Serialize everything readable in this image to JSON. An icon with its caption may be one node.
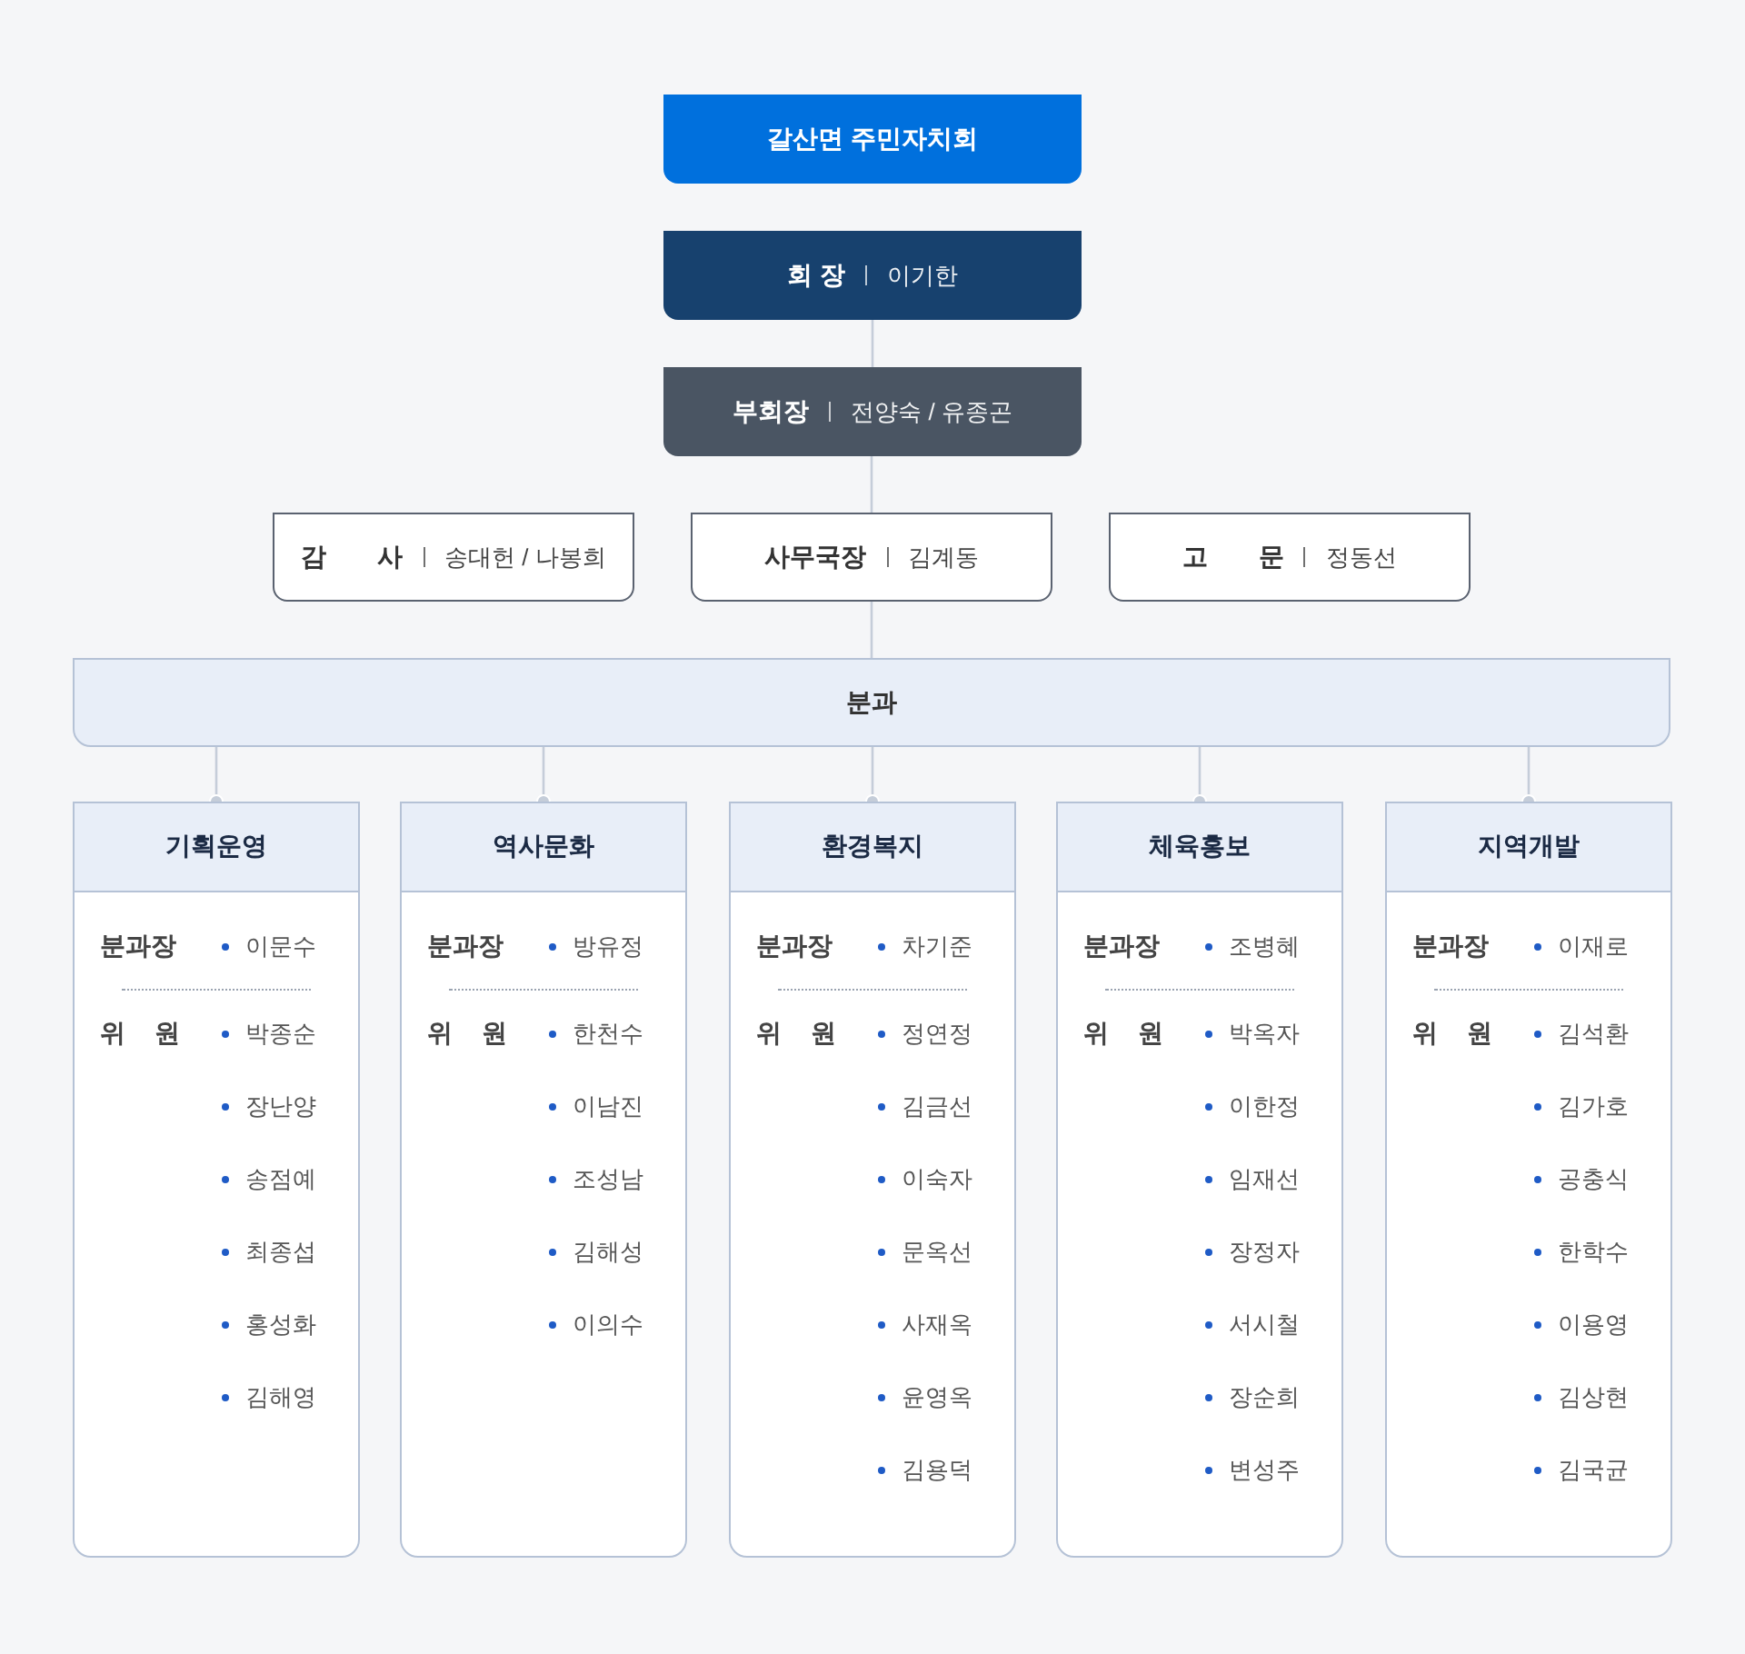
{
  "diagram": {
    "nodes": [
      {
        "text": [
          "갈산면 주민자치회"
        ]
      },
      {
        "text": [
          "회 장",
          "이기한"
        ]
      },
      {
        "text": [
          "부회장",
          "전양숙 / 유종곤"
        ]
      },
      {
        "text": [
          "감 사",
          "송대헌 / 나봉희"
        ]
      },
      {
        "text": [
          "사무국장",
          "김계동"
        ]
      },
      {
        "text": [
          "고 문",
          "정동선"
        ]
      },
      {
        "text": [
          "분과"
        ]
      },
      {
        "text": [
          "기획운영",
          "분과장",
          "이문수",
          "위 원",
          "박종순",
          "장난양",
          "송점예",
          "최종섭",
          "홍성화",
          "김해영"
        ]
      },
      {
        "text": [
          "역사문화",
          "분과장",
          "방유정",
          "위 원",
          "한천수",
          "이남진",
          "조성남",
          "김해성",
          "이의수"
        ]
      },
      {
        "text": [
          "환경복지",
          "분과장",
          "차기준",
          "위 원",
          "정연정",
          "김금선",
          "이숙자",
          "문옥선",
          "사재옥",
          "윤영옥",
          "김용덕"
        ]
      },
      {
        "text": [
          "체육홍보",
          "분과장",
          "조병혜",
          "위 원",
          "박옥자",
          "이한정",
          "임재선",
          "장정자",
          "서시철",
          "장순희",
          "변성주"
        ]
      },
      {
        "text": [
          "지역개발",
          "분과장",
          "이재로",
          "위 원",
          "김석환",
          "김가호",
          "공충식",
          "한학수",
          "이용영",
          "김상현",
          "김국균"
        ]
      }
    ],
    "edges": [
      {
        "from": 1,
        "to": 2,
        "arrow": "none"
      },
      {
        "from": 2,
        "to": 4,
        "arrow": "none"
      },
      {
        "from": 4,
        "to": 6,
        "arrow": "none"
      },
      {
        "from": 6,
        "to": 7,
        "arrow": "other"
      },
      {
        "from": 6,
        "to": 8,
        "arrow": "other"
      },
      {
        "from": 6,
        "to": 9,
        "arrow": "other"
      },
      {
        "from": 6,
        "to": 10,
        "arrow": "other"
      },
      {
        "from": 6,
        "to": 11,
        "arrow": "other"
      }
    ]
  }
}
